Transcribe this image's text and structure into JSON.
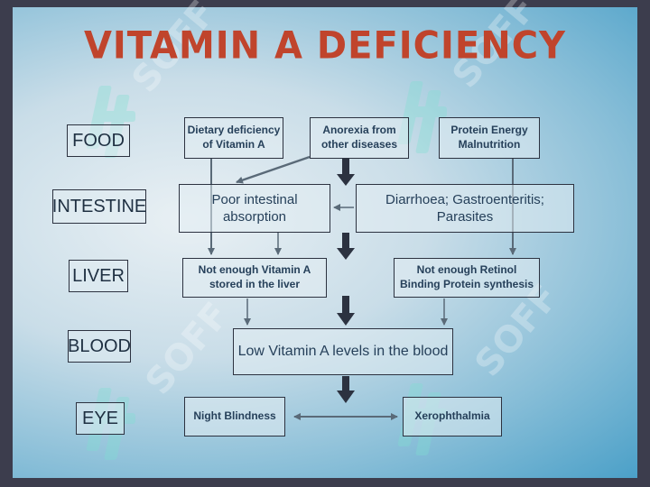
{
  "title": "VITAMIN A DEFICIENCY",
  "watermark": "SOFF",
  "levels": {
    "food": "FOOD",
    "intestine": "INTESTINE",
    "liver": "LIVER",
    "blood": "BLOOD",
    "eye": "EYE"
  },
  "nodes": {
    "dietary_line1": "Dietary deficiency",
    "dietary_line2": "of Vitamin A",
    "anorexia_line1": "Anorexia from",
    "anorexia_line2": "other diseases",
    "protein_line1": "Protein Energy",
    "protein_line2": "Malnutrition",
    "poor_absorption": "Poor intestinal absorption",
    "diarrhoea": "Diarrhoea; Gastroenteritis; Parasites",
    "not_enough_a_line1": "Not enough Vitamin A",
    "not_enough_a_line2": "stored in the liver",
    "not_enough_rbp_line1": "Not enough Retinol",
    "not_enough_rbp_line2": "Binding Protein synthesis",
    "low_blood": "Low Vitamin A levels in the blood",
    "night_blindness": "Night Blindness",
    "xerophthalmia": "Xerophthalmia"
  },
  "colors": {
    "title": "#c0442c",
    "box_text": "#26405a",
    "border": "#2c3240",
    "arrow": "#2c3240",
    "watermark": "#7fe0d0"
  }
}
